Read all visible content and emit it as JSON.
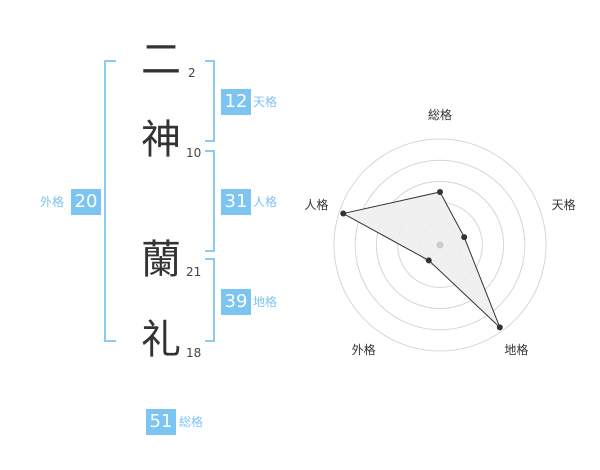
{
  "name_chars": [
    {
      "char": "二",
      "strokes": "2"
    },
    {
      "char": "神",
      "strokes": "10"
    },
    {
      "char": "蘭",
      "strokes": "21"
    },
    {
      "char": "礼",
      "strokes": "18"
    }
  ],
  "scores": {
    "tenkaku": {
      "value": "12",
      "label": "天格"
    },
    "jinkaku": {
      "value": "31",
      "label": "人格"
    },
    "chikaku": {
      "value": "39",
      "label": "地格"
    },
    "gaikaku": {
      "value": "20",
      "label": "外格"
    },
    "soukaku": {
      "value": "51",
      "label": "総格"
    }
  },
  "radar": {
    "axes": [
      "総格",
      "天格",
      "地格",
      "外格",
      "人格"
    ],
    "levels": 5,
    "values": [
      2.5,
      1.2,
      4.8,
      0.9,
      4.8
    ],
    "max": 5,
    "colors": {
      "grid": "#d6d6d6",
      "fill": "#eeeeee",
      "stroke": "#333333",
      "point": "#333333",
      "center": "#cccccc"
    }
  }
}
